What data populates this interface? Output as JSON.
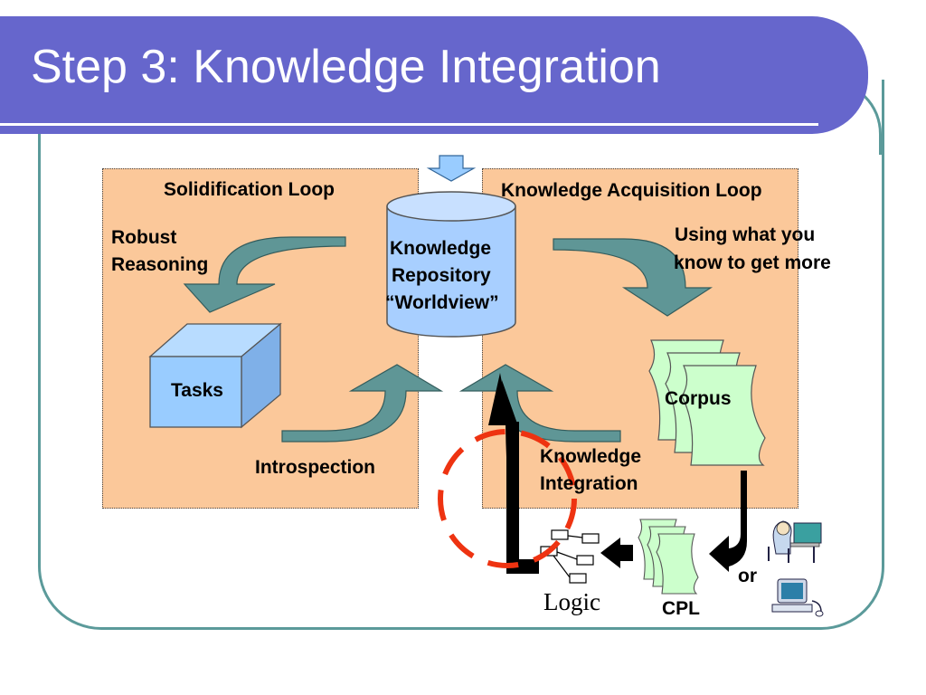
{
  "slide": {
    "title": "Step 3: Knowledge Integration"
  },
  "panels": {
    "solidification_title": "Solidification Loop",
    "acquisition_title": "Knowledge Acquisition Loop"
  },
  "repository": {
    "line1": "Knowledge",
    "line2": "Repository",
    "line3": "“Worldview”"
  },
  "labels": {
    "robust_1": "Robust",
    "robust_2": "Reasoning",
    "using_1": "Using what you",
    "using_2": "know to get more",
    "tasks": "Tasks",
    "corpus": "Corpus",
    "introspection": "Introspection",
    "ki_1": "Knowledge",
    "ki_2": "Integration",
    "or": "or",
    "cpl": "CPL",
    "logic": "Logic"
  },
  "colors": {
    "header": "#6666cc",
    "frame": "#5b9a9a",
    "panel": "#fbc89a",
    "arrow_teal": "#5f9696",
    "cylinder": "#a8cfff",
    "cube": "#99ccff",
    "paper": "#ccffcc",
    "highlight": "#ee3311"
  },
  "icons": [
    "person-at-computer-icon",
    "computer-icon"
  ]
}
